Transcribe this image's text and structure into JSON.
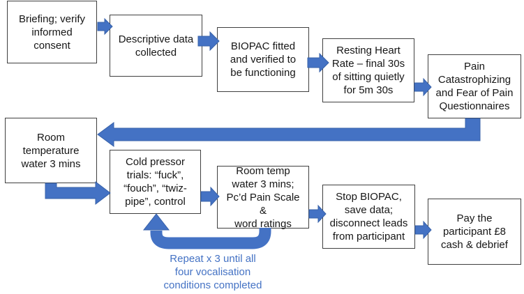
{
  "colors": {
    "arrow": "#4472C4",
    "arrow_border": "#3761a8",
    "box_border": "#3f3f3f",
    "box_bg": "#ffffff",
    "text": "#161616",
    "loop_text": "#4472C4",
    "background": "#ffffff"
  },
  "diagram": {
    "type": "flowchart",
    "boxes": [
      {
        "id": "briefing",
        "label": "Briefing; verify\ninformed\nconsent"
      },
      {
        "id": "descriptive_data",
        "label": "Descriptive data\ncollected"
      },
      {
        "id": "biopac_fitted",
        "label": "BIOPAC fitted\nand verified to\nbe functioning"
      },
      {
        "id": "resting_heart_rate",
        "label": "Resting Heart\nRate – final 30s\nof sitting quietly\nfor 5m 30s"
      },
      {
        "id": "pain_questionnaires",
        "label": "Pain\nCatastrophizing\nand Fear of Pain\nQuestionnaires"
      },
      {
        "id": "room_temp_water_1",
        "label": "Room\ntemperature\nwater 3 mins"
      },
      {
        "id": "cold_pressor_trials",
        "label": "Cold pressor\ntrials: “fuck”,\n“fouch”, “twiz-\npipe”, control"
      },
      {
        "id": "room_temp_water_2",
        "label": "Room temp\nwater 3 mins;\nPc’d Pain Scale &\nword ratings"
      },
      {
        "id": "stop_biopac",
        "label": "Stop BIOPAC,\nsave data;\ndisconnect leads\nfrom participant"
      },
      {
        "id": "pay_participant",
        "label": "Pay the\nparticipant £8\ncash & debrief"
      }
    ],
    "loop_note": "Repeat x 3 until all\nfour vocalisation\nconditions completed"
  }
}
